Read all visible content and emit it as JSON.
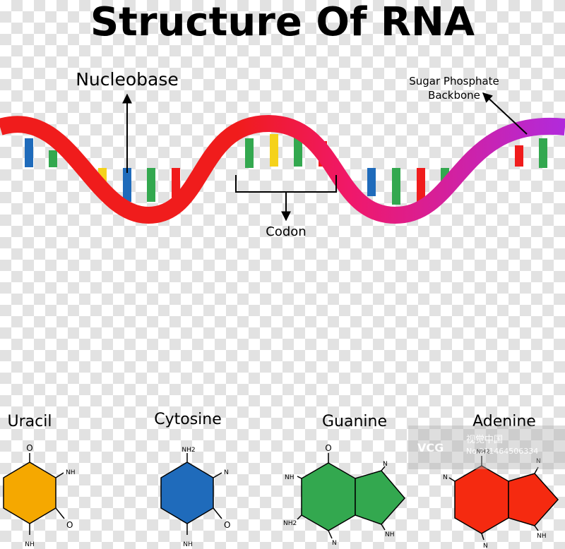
{
  "title": "Structure Of RNA",
  "labels": {
    "nucleobase": "Nucleobase",
    "backbone_line1": "Sugar Phosphate",
    "backbone_line2": "Backbone",
    "codon": "Codon"
  },
  "bases": [
    {
      "name": "Uracil",
      "color": "#f5a800",
      "rings": 1,
      "groups": [
        "O",
        "NH",
        "O",
        "NH"
      ]
    },
    {
      "name": "Cytosine",
      "color": "#1f6bbb",
      "rings": 1,
      "groups": [
        "NH2",
        "N",
        "O",
        "NH"
      ]
    },
    {
      "name": "Guanine",
      "color": "#33a84f",
      "rings": 2,
      "groups": [
        "O",
        "NH",
        "NH2",
        "N",
        "N",
        "NH"
      ]
    },
    {
      "name": "Adenine",
      "color": "#f52a10",
      "rings": 2,
      "groups": [
        "NH2",
        "N",
        "N",
        "N",
        "NH"
      ]
    }
  ],
  "strand_colors": {
    "start": "#f01c1c",
    "mid": "#f0186a",
    "end": "#b12adc"
  },
  "base_pair_colors": [
    "#1f6bbb",
    "#33a84f",
    "#f5d21a",
    "#1f6bbb",
    "#33a84f",
    "#f01c1c",
    "#1f6bbb",
    "#33a84f",
    "#f5d21a",
    "#33a84f",
    "#f01c1c",
    "#1f6bbb",
    "#33a84f",
    "#f01c1c",
    "#33a84f",
    "#f01c1c",
    "#33a84f"
  ],
  "watermark": {
    "logo": "VCG",
    "text": "视觉中国",
    "id": "No.211464506334"
  }
}
